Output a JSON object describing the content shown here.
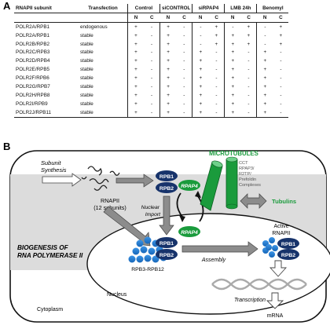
{
  "panel_a_letter": "A",
  "panel_b_letter": "B",
  "table": {
    "header_subunit": "RNAPII subunit",
    "header_transfection": "Transfection",
    "groups": [
      "Control",
      "siCONTROL",
      "siRPAP4",
      "LMB 24h",
      "Benomyl"
    ],
    "nc": [
      "N",
      "C"
    ],
    "rows": [
      {
        "subunit": "POLR2A/RPB1",
        "transfection": "endogenous",
        "vals": [
          "+",
          "-",
          "+",
          "-",
          "-",
          "+",
          "-",
          "+",
          "-",
          "+"
        ]
      },
      {
        "subunit": "POLR2A/RPB1",
        "transfection": "stable",
        "vals": [
          "+",
          "-",
          "+",
          "-",
          "-",
          "+",
          "+",
          "+",
          "-",
          "+"
        ]
      },
      {
        "subunit": "POLR2B/RPB2",
        "transfection": "stable",
        "vals": [
          "+",
          "-",
          "+",
          "-",
          "-",
          "+",
          "+",
          "+",
          "-",
          "+"
        ]
      },
      {
        "subunit": "POLR2C/RPB3",
        "transfection": "stable",
        "vals": [
          "+",
          "-",
          "+",
          "-",
          "+",
          "-",
          "+",
          "-",
          "+",
          "-"
        ]
      },
      {
        "subunit": "POLR2D/RPB4",
        "transfection": "stable",
        "vals": [
          "+",
          "-",
          "+",
          "-",
          "+",
          "-",
          "+",
          "-",
          "+",
          "-"
        ]
      },
      {
        "subunit": "POLR2E/RPB5",
        "transfection": "stable",
        "vals": [
          "+",
          "-",
          "+",
          "-",
          "+",
          "-",
          "+",
          "-",
          "+",
          "-"
        ]
      },
      {
        "subunit": "POLR2F/RPB6",
        "transfection": "stable",
        "vals": [
          "+",
          "-",
          "+",
          "-",
          "+",
          "-",
          "+",
          "-",
          "+",
          "-"
        ]
      },
      {
        "subunit": "POLR2G/RPB7",
        "transfection": "stable",
        "vals": [
          "+",
          "-",
          "+",
          "-",
          "+",
          "-",
          "+",
          "-",
          "+",
          "-"
        ]
      },
      {
        "subunit": "POLR2H/RPB8",
        "transfection": "stable",
        "vals": [
          "+",
          "-",
          "+",
          "-",
          "+",
          "-",
          "+",
          "-",
          "+",
          "-"
        ]
      },
      {
        "subunit": "POLR2I/RPB9",
        "transfection": "stable",
        "vals": [
          "+",
          "-",
          "+",
          "-",
          "+",
          "-",
          "+",
          "-",
          "+",
          "-"
        ]
      },
      {
        "subunit": "POLR2J/RPB11",
        "transfection": "stable",
        "vals": [
          "+",
          "-",
          "+",
          "-",
          "+",
          "-",
          "+",
          "-",
          "+",
          "-"
        ]
      }
    ]
  },
  "diagram": {
    "subunit_synthesis": [
      "Subunit",
      "Synthesis"
    ],
    "rnapii": [
      "RNAPII",
      "(12 subunits)"
    ],
    "rpb1": "RPB1",
    "rpb2": "RPB2",
    "rpap4": "RPAP4",
    "nuclear_import": [
      "Nuclear",
      "Import"
    ],
    "microtubules": "MICROTUBULES",
    "cct_list": [
      "CCT",
      "RPAP3/",
      "R2TP/",
      "Prefoldin",
      "Complexes"
    ],
    "tubulins": "Tubulins",
    "biogenesis": [
      "BIOGENESIS OF",
      "RNA POLYMERASE II"
    ],
    "rpb3_rpb12": "RPB3-RPB12",
    "assembly": "Assembly",
    "active": [
      "Active",
      "RNAPII"
    ],
    "nucleus": "Nucleus",
    "cytoplasm": "Cytoplasm",
    "transcription": "Transcription",
    "mrna": "mRNA",
    "colors": {
      "navy": "#17336b",
      "green": "#1a9b3c",
      "blue": "#2b7fd0",
      "gray": "#9a9a9a",
      "panel": "#dcdcdc"
    }
  }
}
